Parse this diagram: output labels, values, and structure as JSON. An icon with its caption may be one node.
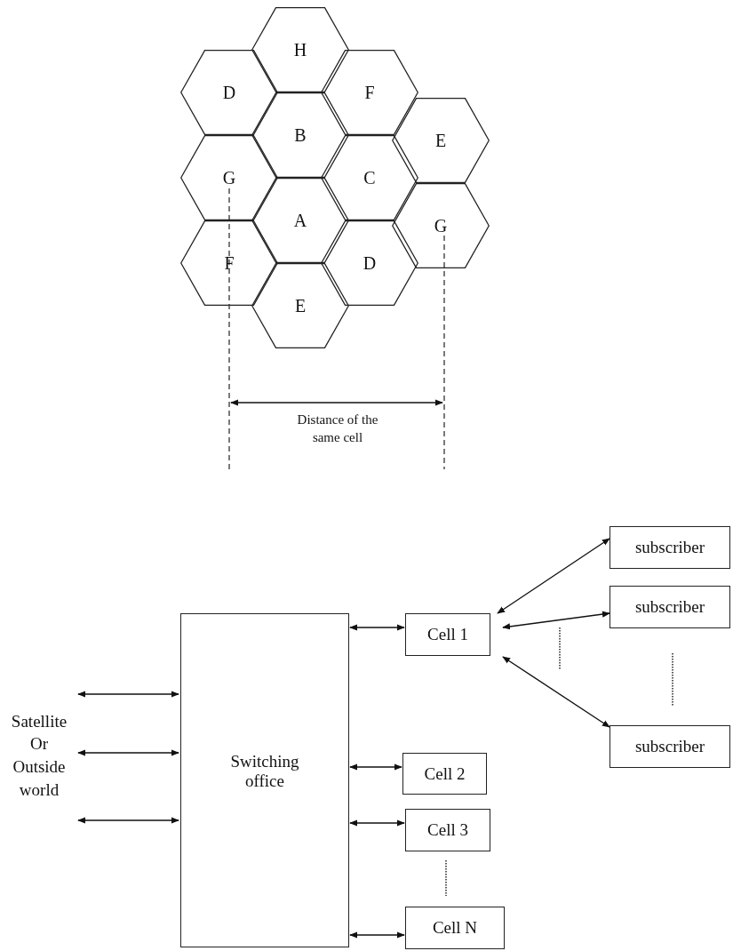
{
  "diagram": {
    "nodes": [
      {
        "text": [
          "H"
        ]
      },
      {
        "text": [
          "D"
        ]
      },
      {
        "text": [
          "F"
        ]
      },
      {
        "text": [
          "B"
        ]
      },
      {
        "text": [
          "E"
        ]
      },
      {
        "text": [
          "G"
        ]
      },
      {
        "text": [
          "C"
        ]
      },
      {
        "text": [
          "A"
        ]
      },
      {
        "text": [
          "G"
        ]
      },
      {
        "text": [
          "F"
        ]
      },
      {
        "text": [
          "D"
        ]
      },
      {
        "text": [
          "E"
        ]
      },
      {
        "text": [
          "subscriber"
        ]
      },
      {
        "text": [
          "subscriber"
        ]
      },
      {
        "text": [
          "Switching office"
        ]
      },
      {
        "text": [
          "Cell 1"
        ]
      },
      {
        "text": [
          "Satellite Or Outside world"
        ]
      },
      {
        "text": [
          "subscriber"
        ]
      },
      {
        "text": [
          "Cell 2"
        ]
      },
      {
        "text": [
          "Cell 3"
        ]
      },
      {
        "text": [
          "Cell N"
        ]
      }
    ],
    "edges": [
      {
        "from": 16,
        "to": 14,
        "arrow": "both"
      },
      {
        "from": 16,
        "to": 14,
        "arrow": "both"
      },
      {
        "from": 16,
        "to": 14,
        "arrow": "both"
      },
      {
        "from": 14,
        "to": 15,
        "arrow": "both"
      },
      {
        "from": 14,
        "to": 18,
        "arrow": "both"
      },
      {
        "from": 14,
        "to": 19,
        "arrow": "both"
      },
      {
        "from": 14,
        "to": 20,
        "arrow": "both"
      },
      {
        "from": 15,
        "to": 12,
        "arrow": "both"
      },
      {
        "from": 15,
        "to": 13,
        "arrow": "both"
      },
      {
        "from": 15,
        "to": 17,
        "arrow": "both"
      }
    ],
    "labels": [
      "Distance of the same cell"
    ]
  }
}
